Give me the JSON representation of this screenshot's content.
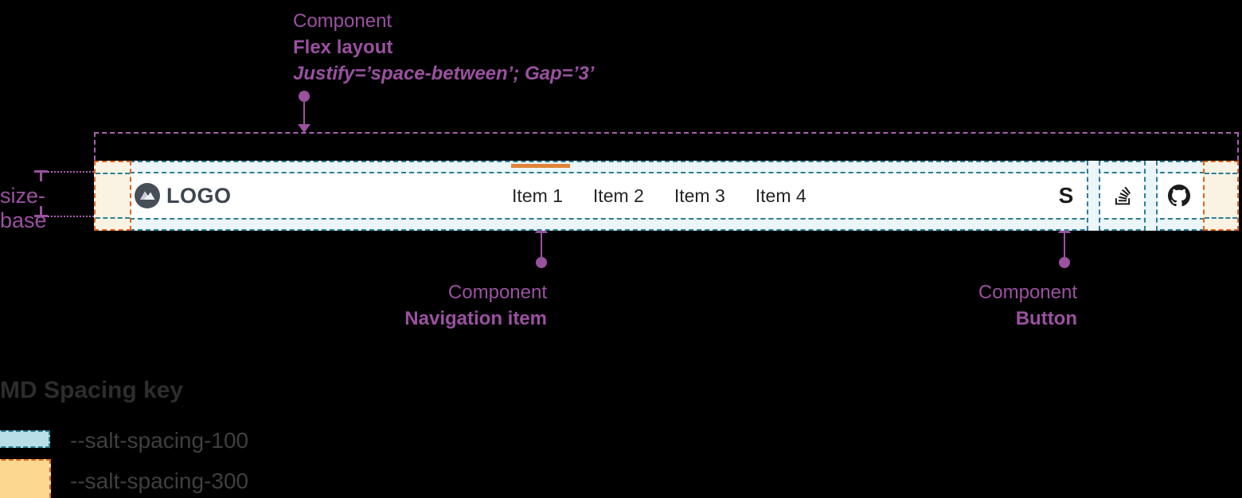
{
  "annotations": {
    "flex_layout": {
      "kicker": "Component",
      "name": "Flex layout",
      "props": "Justify=’space-between’; Gap=’3’"
    },
    "navigation_item": {
      "kicker": "Component",
      "name": "Navigation item"
    },
    "button": {
      "kicker": "Component",
      "name": "Button"
    },
    "size_base": "size-base"
  },
  "navbar": {
    "logo_text": "LOGO",
    "items": [
      {
        "label": "Item 1",
        "active": true
      },
      {
        "label": "Item 2",
        "active": false
      },
      {
        "label": "Item 3",
        "active": false
      },
      {
        "label": "Item 4",
        "active": false
      }
    ],
    "buttons": [
      {
        "name": "s-logo",
        "glyph": "S"
      },
      {
        "name": "stackoverflow"
      },
      {
        "name": "github"
      }
    ]
  },
  "legend": {
    "title": "MD Spacing key",
    "items": [
      {
        "token": "--salt-spacing-100",
        "swatch_fill": "#b8dfe8",
        "swatch_border": "#2d7e95"
      },
      {
        "token": "--salt-spacing-300",
        "swatch_fill": "#fcd78f",
        "swatch_border": "#e2631d"
      }
    ]
  },
  "colors": {
    "annotation_purple": "#9a51a0",
    "dashed_purple": "#ab60b2",
    "teal_dash": "#2d7e95",
    "spacing_100_fill": "#ecf5f8",
    "orange_dash": "#e2631d",
    "spacing_300_fill": "#faf3e3",
    "active_indicator": "#e08439",
    "navbar_bg": "#ffffff",
    "text_dark": "#262626"
  }
}
